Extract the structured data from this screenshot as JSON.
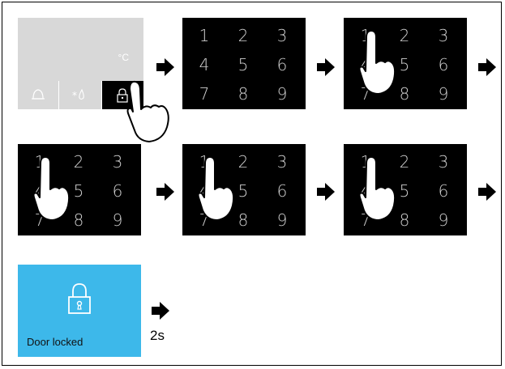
{
  "display": {
    "unit": "°C",
    "buttons": [
      {
        "icon": "bell-icon"
      },
      {
        "icon": "superfrost-icon"
      },
      {
        "icon": "lock-icon"
      }
    ]
  },
  "keypad": {
    "keys": [
      "1",
      "2",
      "3",
      "4",
      "5",
      "6",
      "7",
      "8",
      "9"
    ]
  },
  "locked": {
    "label": "Door locked",
    "icon": "padlock-icon",
    "color": "#3db8ea"
  },
  "delay": {
    "label": "2s"
  }
}
